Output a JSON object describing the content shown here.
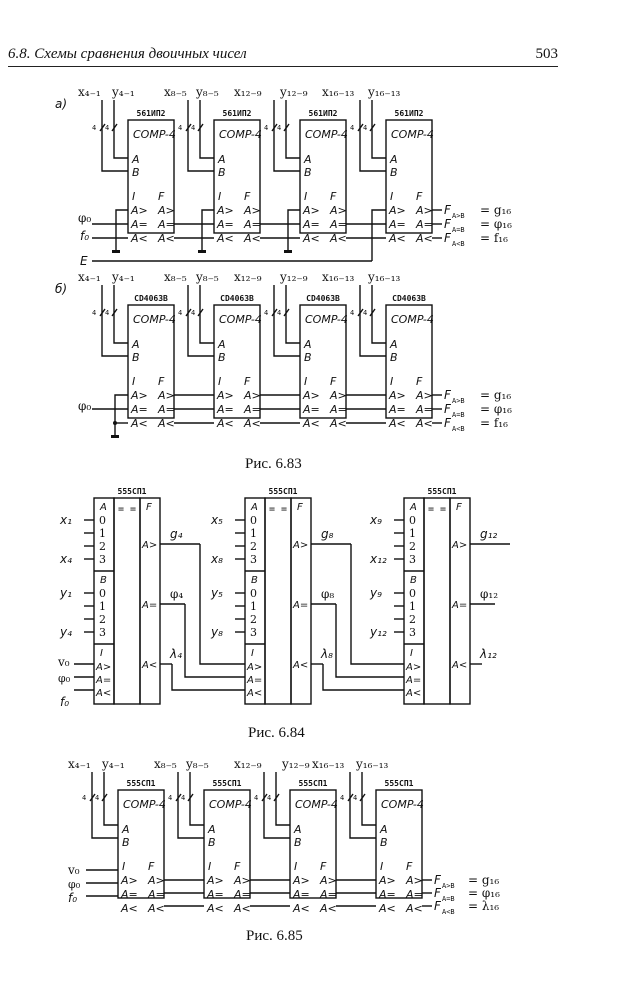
{
  "header": {
    "title": "6.8.  Схемы сравнения двоичных чисел",
    "page_number": "503"
  },
  "fig683": {
    "caption": "Рис. 6.83",
    "a": {
      "label": "а)",
      "chip": "561ИП2",
      "inputs": [
        "x₄₋₁",
        "y₄₋₁",
        "x₈₋₅",
        "y₈₋₅",
        "x₁₂₋₉",
        "y₁₂₋₉",
        "x₁₆₋₁₃",
        "y₁₆₋₁₃"
      ],
      "left_inputs": [
        "φ₀",
        "f₀"
      ],
      "enable": "E",
      "outputs": [
        "F",
        "A>B",
        "= g₁₆",
        "F",
        "A=B",
        "= φ₁₆",
        "F",
        "A<B",
        "= f₁₆"
      ]
    },
    "b": {
      "label": "б)",
      "chip": "CD4063B",
      "inputs": [
        "x₄₋₁",
        "y₄₋₁",
        "x₈₋₅",
        "y₈₋₅",
        "x₁₂₋₉",
        "y₁₂₋₉",
        "x₁₆₋₁₃",
        "y₁₆₋₁₃"
      ],
      "left_inputs": [
        "φ₀"
      ],
      "outputs": [
        "F",
        "A>B",
        "= g₁₆",
        "F",
        "A=B",
        "= φ₁₆",
        "F",
        "A<B",
        "= f₁₆"
      ]
    }
  },
  "comp_block": {
    "title": "COMP-4",
    "a": "A",
    "b": "B",
    "i": "I",
    "f": "F",
    "gt": "A>",
    "eq": "A=",
    "lt": "A<",
    "bus_width": "4"
  },
  "fig684": {
    "caption": "Рис. 6.84",
    "chip": "555СП1",
    "eq_symbol": "= =",
    "sections": {
      "a": "A",
      "b": "B",
      "i": "I",
      "f": "F"
    },
    "bits": [
      "0",
      "1",
      "2",
      "3"
    ],
    "pins": {
      "gt": "A>",
      "eq": "A=",
      "lt": "A<"
    },
    "stages": [
      {
        "x_first": "x₁",
        "x_last": "x₄",
        "y_first": "y₁",
        "y_last": "y₄",
        "g": "g₄",
        "phi": "φ₄",
        "h": "λ₄"
      },
      {
        "x_first": "x₅",
        "x_last": "x₈",
        "y_first": "y₅",
        "y_last": "y₈",
        "g": "g₈",
        "phi": "φ₈",
        "h": "λ₈"
      },
      {
        "x_first": "x₉",
        "x_last": "x₁₂",
        "y_first": "y₉",
        "y_last": "y₁₂",
        "g": "g₁₂",
        "phi": "φ₁₂",
        "h": "λ₁₂"
      }
    ],
    "left_inputs": [
      "v₀",
      "φ₀",
      "f₀"
    ]
  },
  "fig685": {
    "caption": "Рис. 6.85",
    "chip": "555СП1",
    "inputs": [
      "x₄₋₁",
      "y₄₋₁",
      "x₈₋₅",
      "y₈₋₅",
      "x₁₂₋₉",
      "y₁₂₋₉",
      "x₁₆₋₁₃",
      "y₁₆₋₁₃"
    ],
    "left_inputs": [
      "v₀",
      "φ₀",
      "f₀"
    ],
    "outputs": [
      "F",
      "A>B",
      "= g₁₆",
      "F",
      "A=B",
      "= φ₁₆",
      "F",
      "A<B",
      "= λ₁₆"
    ]
  }
}
